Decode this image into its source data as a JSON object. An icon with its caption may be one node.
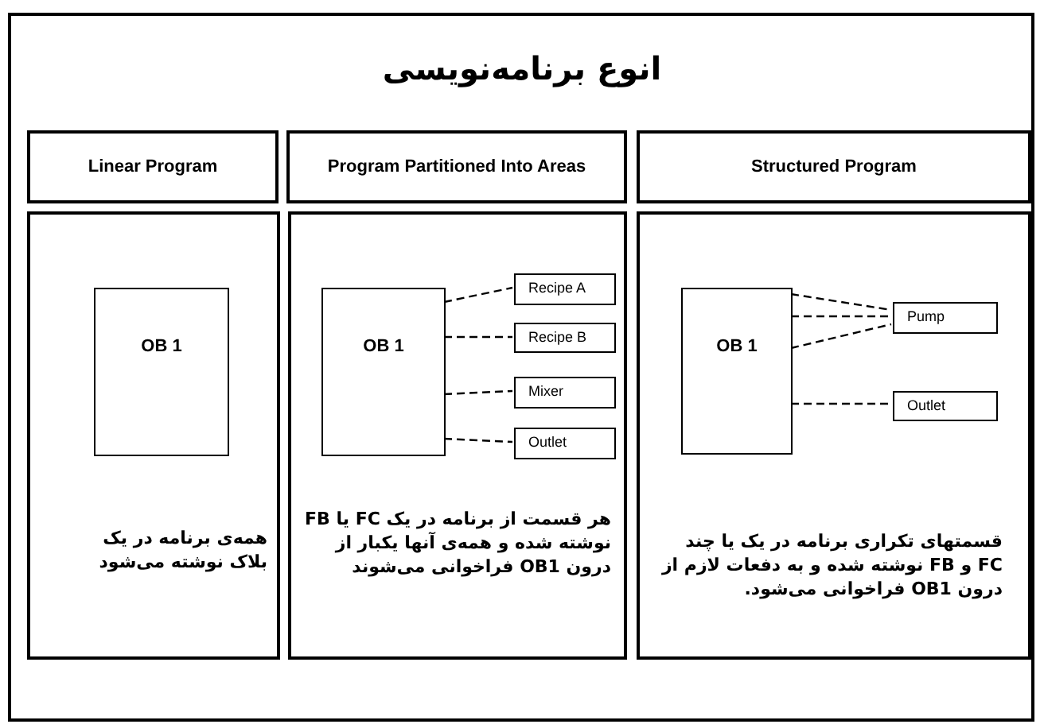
{
  "diagram": {
    "title": "انوع برنامه‌نویسی",
    "nodes": [
      {
        "text": [
          "Linear Program"
        ]
      },
      {
        "text": [
          "همه‌ی برنامه در یک بلاک نوشته می‌شود"
        ]
      },
      {
        "text": [
          "OB 1"
        ],
        "in": 1
      },
      {
        "text": [
          "Program Partitioned Into Areas"
        ]
      },
      {
        "text": [
          "هر قسمت از برنامه در یک FC یا FB نوشته شده و همه‌ی آنها یکبار از درون OB1 فراخوانی می‌شوند"
        ]
      },
      {
        "text": [
          "OB 1"
        ],
        "in": 4
      },
      {
        "text": [
          "Recipe A"
        ],
        "in": 4
      },
      {
        "text": [
          "Recipe B"
        ],
        "in": 4
      },
      {
        "text": [
          "Mixer"
        ],
        "in": 4
      },
      {
        "text": [
          "Outlet"
        ],
        "in": 4
      },
      {
        "text": [
          "Structured Program"
        ]
      },
      {
        "text": [
          "قسمتهای تکراری برنامه در یک یا چند FC و FB نوشته شده و به دفعات لازم از درون OB1 فراخوانی می‌شود."
        ]
      },
      {
        "text": [
          "OB 1"
        ],
        "in": 11
      },
      {
        "text": [
          "Pump"
        ],
        "in": 11
      },
      {
        "text": [
          "Outlet"
        ],
        "in": 11
      }
    ],
    "edges": [
      {
        "from": 5,
        "to": 6,
        "arrow": "none",
        "style": "dashed"
      },
      {
        "from": 5,
        "to": 7,
        "arrow": "none",
        "style": "dashed"
      },
      {
        "from": 5,
        "to": 8,
        "arrow": "none",
        "style": "dashed"
      },
      {
        "from": 5,
        "to": 9,
        "arrow": "none",
        "style": "dashed"
      },
      {
        "from": 12,
        "to": 13,
        "arrow": "none",
        "style": "dashed"
      },
      {
        "from": 12,
        "to": 13,
        "arrow": "none",
        "style": "dashed"
      },
      {
        "from": 12,
        "to": 13,
        "arrow": "none",
        "style": "dashed"
      },
      {
        "from": 12,
        "to": 14,
        "arrow": "none",
        "style": "dashed"
      }
    ]
  }
}
